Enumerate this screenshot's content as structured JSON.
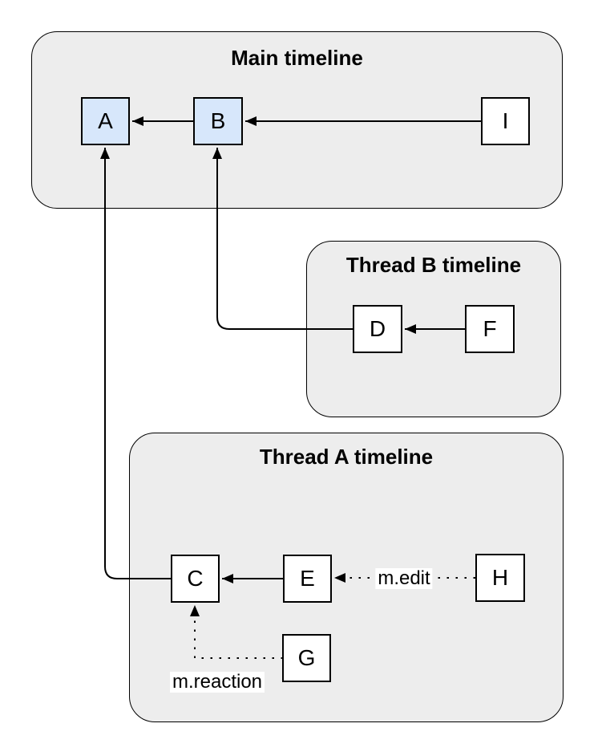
{
  "diagram": {
    "containers": {
      "main": {
        "title": "Main timeline"
      },
      "thread_b": {
        "title": "Thread B timeline"
      },
      "thread_a": {
        "title": "Thread A timeline"
      }
    },
    "nodes": {
      "a": {
        "label": "A",
        "container": "main",
        "highlighted": true
      },
      "b": {
        "label": "B",
        "container": "main",
        "highlighted": true
      },
      "i": {
        "label": "I",
        "container": "main",
        "highlighted": false
      },
      "d": {
        "label": "D",
        "container": "thread_b",
        "highlighted": false
      },
      "f": {
        "label": "F",
        "container": "thread_b",
        "highlighted": false
      },
      "c": {
        "label": "C",
        "container": "thread_a",
        "highlighted": false
      },
      "e": {
        "label": "E",
        "container": "thread_a",
        "highlighted": false
      },
      "h": {
        "label": "H",
        "container": "thread_a",
        "highlighted": false
      },
      "g": {
        "label": "G",
        "container": "thread_a",
        "highlighted": false
      }
    },
    "edges": [
      {
        "from": "I",
        "to": "B",
        "style": "solid",
        "label": ""
      },
      {
        "from": "B",
        "to": "A",
        "style": "solid",
        "label": ""
      },
      {
        "from": "F",
        "to": "D",
        "style": "solid",
        "label": ""
      },
      {
        "from": "D",
        "to": "B",
        "style": "solid",
        "label": ""
      },
      {
        "from": "E",
        "to": "C",
        "style": "solid",
        "label": ""
      },
      {
        "from": "C",
        "to": "A",
        "style": "solid",
        "label": ""
      },
      {
        "from": "H",
        "to": "E",
        "style": "dotted",
        "label": "m.edit"
      },
      {
        "from": "G",
        "to": "C",
        "style": "dotted",
        "label": "m.reaction"
      }
    ],
    "edge_labels": {
      "edit": "m.edit",
      "reaction": "m.reaction"
    },
    "colors": {
      "container_fill": "#ededed",
      "node_fill": "#ffffff",
      "highlighted_node_fill": "#d7e7fb",
      "stroke": "#000000",
      "label_background": "#ffffff"
    }
  }
}
